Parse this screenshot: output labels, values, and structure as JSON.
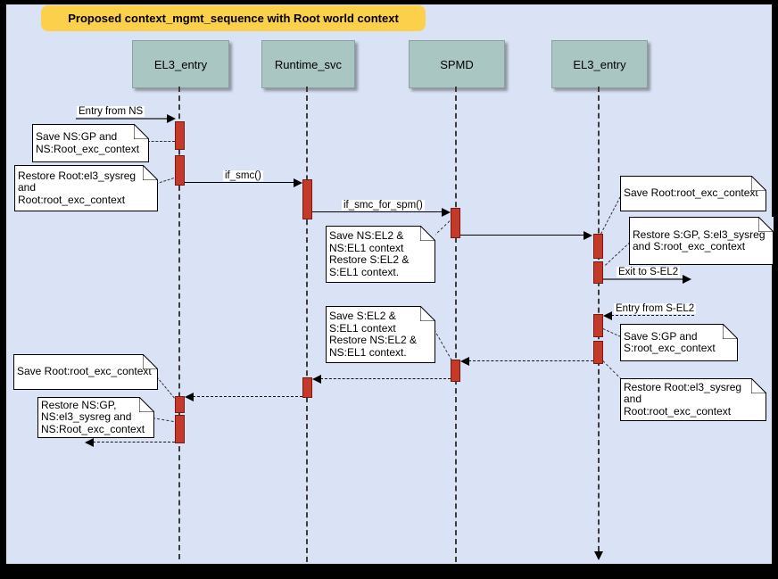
{
  "title": "Proposed context_mgmt_sequence with Root world context",
  "colors": {
    "background": "#dae2f6",
    "frame": "#000000",
    "title_bg": "#fcd04a",
    "lifeline_header_bg": "#a9c6c2",
    "activation_fill": "#c5392b",
    "activation_border": "#731d12",
    "note_bg": "#ffffff"
  },
  "lifelines": [
    {
      "label": "EL3_entry"
    },
    {
      "label": "Runtime_svc"
    },
    {
      "label": "SPMD"
    },
    {
      "label": "EL3_entry"
    }
  ],
  "messages": {
    "entry_from_ns": "Entry from NS",
    "if_smc": "if_smc()",
    "if_smc_for_spm": "if_smc_for_spm()",
    "exit_to_sel2": "Exit to S-EL2",
    "entry_from_sel2": "Entry from S-EL2"
  },
  "notes": [
    {
      "text": "Save NS:GP and\nNS:Root_exc_context"
    },
    {
      "text": "Restore Root:el3_sysreg\nand\nRoot:root_exc_context"
    },
    {
      "text": "Save NS:EL2 &\nNS:EL1 context\nRestore S:EL2 &\nS:EL1 context."
    },
    {
      "text": "Save Root:root_exc_context"
    },
    {
      "text": "Restore S:GP, S:el3_sysreg\nand S:root_exc_context"
    },
    {
      "text": "Save S:GP and\nS:root_exc_context"
    },
    {
      "text": "Restore Root:el3_sysreg\nand\nRoot:root_exc_context"
    },
    {
      "text": "Save S:EL2 &\nS:EL1 context\nRestore NS:EL2 &\nNS:EL1 context."
    },
    {
      "text": "Save Root:root_exc_context"
    },
    {
      "text": "Restore NS:GP,\nNS:el3_sysreg and\nNS:Root_exc_context"
    }
  ]
}
